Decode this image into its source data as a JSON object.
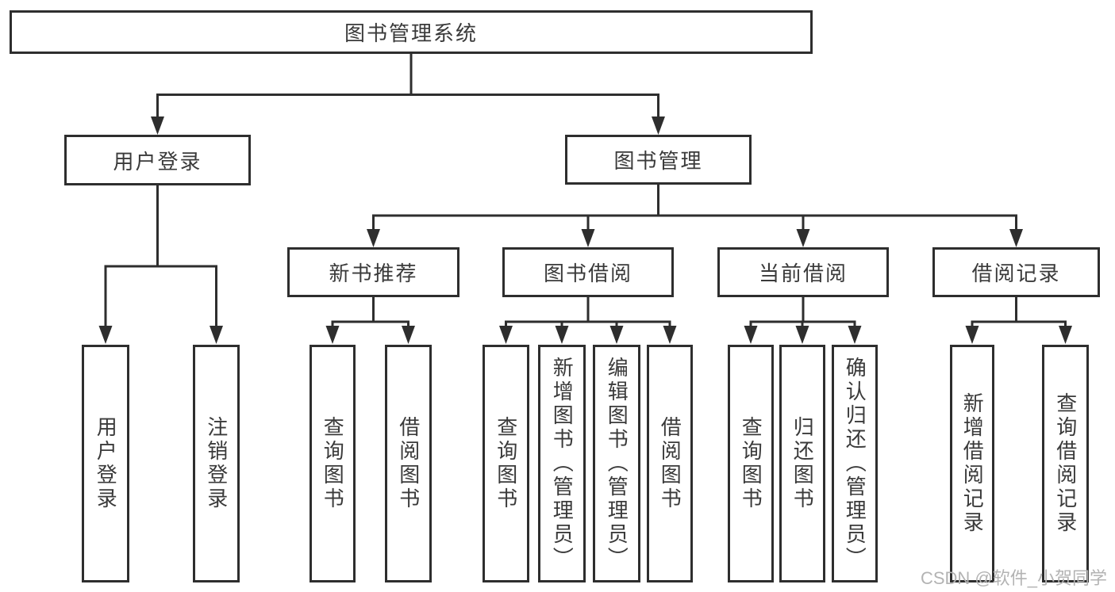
{
  "root": {
    "label": "图书管理系统"
  },
  "level2": [
    {
      "label": "用户登录"
    },
    {
      "label": "图书管理"
    }
  ],
  "level3": [
    {
      "label": "新书推荐"
    },
    {
      "label": "图书借阅"
    },
    {
      "label": "当前借阅"
    },
    {
      "label": "借阅记录"
    }
  ],
  "leaves": {
    "user_login": [
      "用户登录",
      "注销登录"
    ],
    "new_books": [
      "查询图书",
      "借阅图书"
    ],
    "book_borrow": [
      "查询图书",
      "新增图书（管理员）",
      "编辑图书（管理员）",
      "借阅图书"
    ],
    "current_borrow": [
      "查询图书",
      "归还图书",
      "确认归还（管理员）"
    ],
    "borrow_records": [
      "新增借阅记录",
      "查询借阅记录"
    ]
  },
  "watermark": "CSDN @软件_小贺同学",
  "colors": {
    "line": "#2e2e2e",
    "text": "#3a3a3a",
    "watermark": "#b3b3b3",
    "background": "#ffffff"
  }
}
